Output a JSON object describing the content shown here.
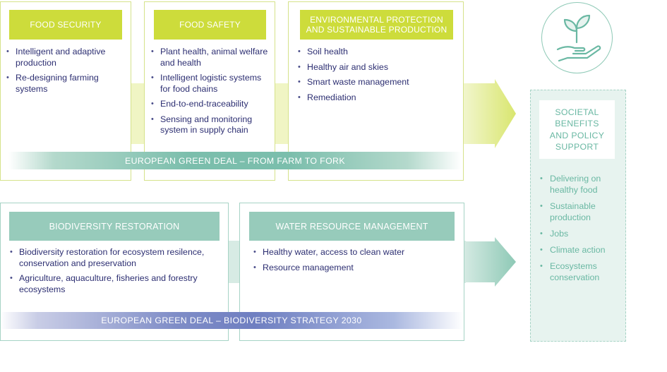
{
  "top_row": {
    "food_security": {
      "title": "FOOD SECURITY",
      "items": [
        "Intelligent and adaptive production",
        "Re-designing farming systems"
      ]
    },
    "food_safety": {
      "title": "FOOD SAFETY",
      "items": [
        "Plant health, animal welfare and health",
        "Intelligent logistic systems for food chains",
        "End-to-end-traceability",
        "Sensing and monitoring system in supply chain"
      ]
    },
    "environmental": {
      "title_line1": "ENVIRONMENTAL PROTECTION",
      "title_line2": "AND SUSTAINABLE PRODUCTION",
      "items": [
        "Soil health",
        "Healthy air and skies",
        "Smart waste management",
        "Remediation"
      ]
    },
    "banner": "EUROPEAN GREEN DEAL – FROM FARM TO FORK"
  },
  "bottom_row": {
    "biodiversity": {
      "title": "BIODIVERSITY RESTORATION",
      "items": [
        "Biodiversity restoration for ecosystem resilence, conservation and preservation",
        "Agriculture, aquaculture, fisheries and forestry ecosystems"
      ]
    },
    "water": {
      "title": "WATER RESOURCE MANAGEMENT",
      "items": [
        "Healthy water, access to clean water",
        "Resource management"
      ]
    },
    "banner": "EUROPEAN GREEN DEAL – BIODIVERSITY STRATEGY 2030"
  },
  "societal": {
    "title_lines": [
      "SOCIETAL",
      "BENEFITS",
      "AND POLICY",
      "SUPPORT"
    ],
    "items": [
      "Delivering on healthy food",
      "Sustainable production",
      "Jobs",
      "Climate action",
      "Ecosystems conservation"
    ]
  },
  "colors": {
    "lime": "#cddc3b",
    "teal": "#97cbbb",
    "navy_text": "#2d2f72",
    "teal_text": "#6ab8a3"
  },
  "icons": {
    "plant": "plant-in-hand-icon",
    "arrow_top": "arrow-right-icon",
    "arrow_bottom": "arrow-right-icon"
  }
}
